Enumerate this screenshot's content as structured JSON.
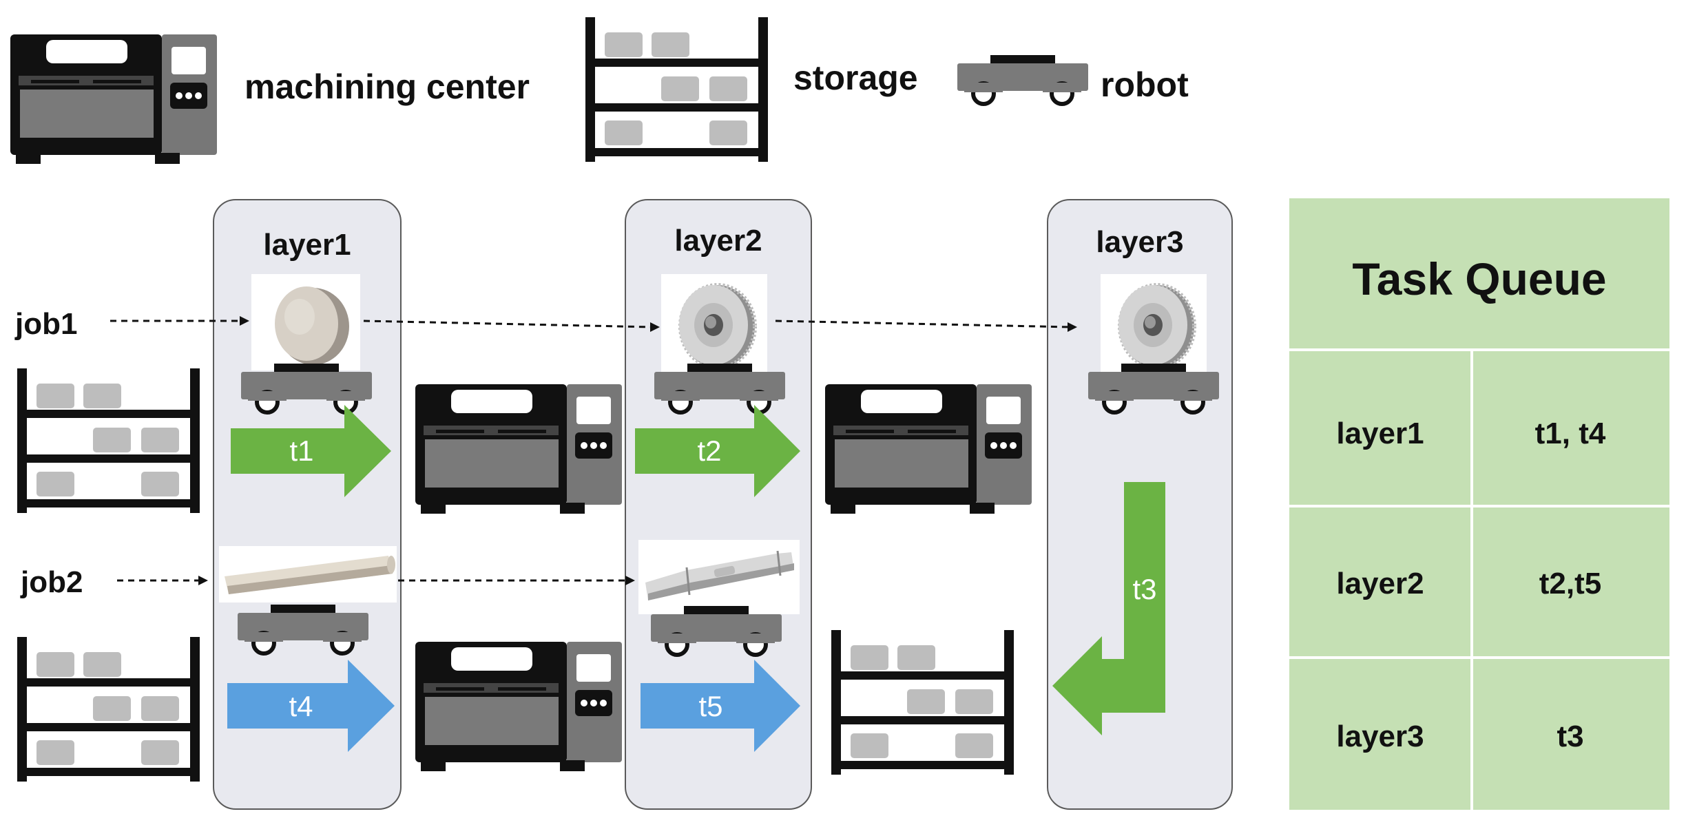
{
  "legend": {
    "machining_center": "machining center",
    "storage": "storage",
    "robot": "robot"
  },
  "layers": [
    "layer1",
    "layer2",
    "layer3"
  ],
  "jobs": [
    "job1",
    "job2"
  ],
  "tasks": {
    "t1": "t1",
    "t2": "t2",
    "t3": "t3",
    "t4": "t4",
    "t5": "t5"
  },
  "task_queue": {
    "title": "Task Queue",
    "rows": [
      {
        "layer": "layer1",
        "tasks": "t1, t4"
      },
      {
        "layer": "layer2",
        "tasks": "t2,t5"
      },
      {
        "layer": "layer3",
        "tasks": "t3"
      }
    ]
  },
  "colors": {
    "green_arrow": "#6bb344",
    "blue_arrow": "#5aa0df",
    "queue_bg": "#c5e0b4",
    "layer_bg": "#e8e9ef",
    "machine_gray": "#7a7a7a"
  }
}
